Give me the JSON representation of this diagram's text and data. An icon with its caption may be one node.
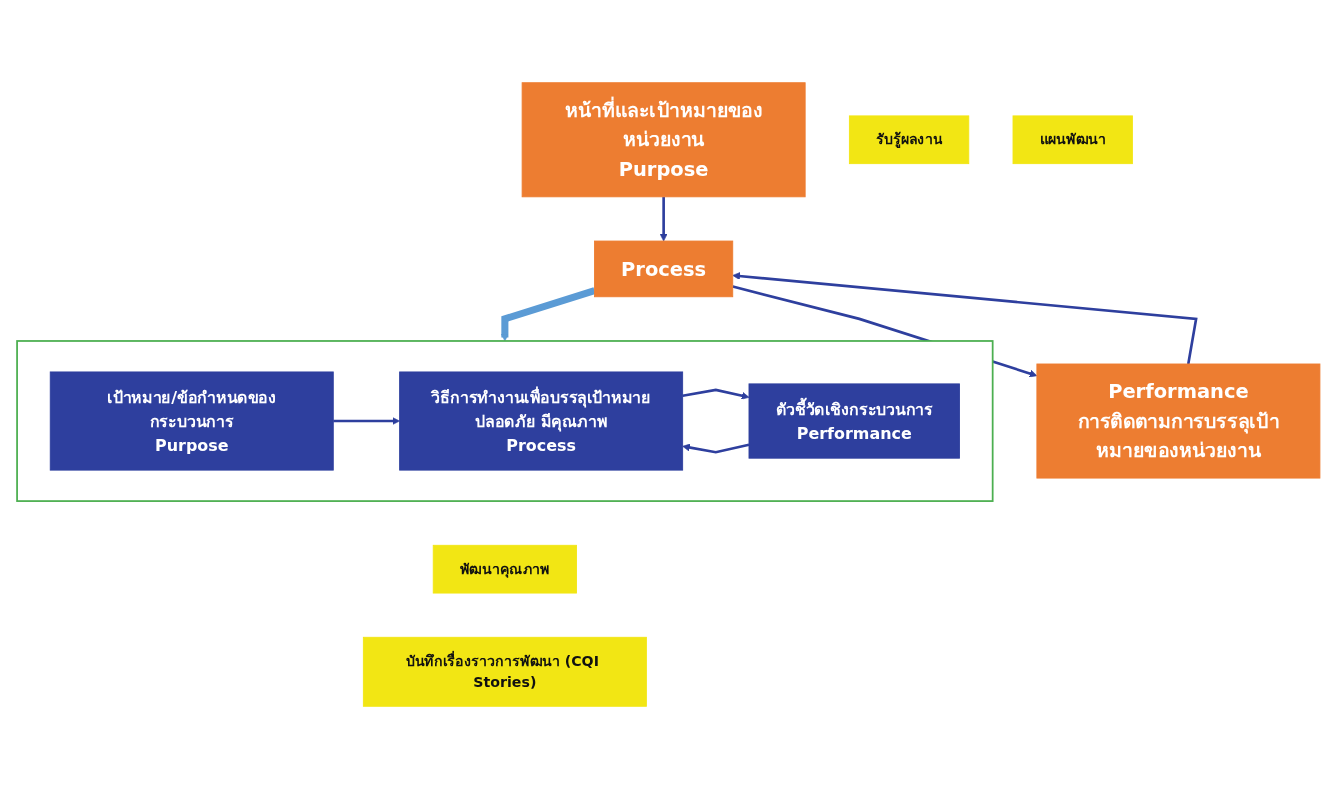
{
  "diagram": {
    "nodes": [
      {
        "text": [
          "หน้าที่และเป้าหมายของหน่วยงาน",
          "Purpose"
        ]
      },
      {
        "text": [
          "Process"
        ]
      },
      {
        "text": [
          "Performance",
          "การติดตามการบรรลุเป้าหมายของหน่วยงาน"
        ]
      },
      {
        "text": [],
        "shape": "box"
      },
      {
        "text": [
          "เป้าหมาย/ข้อกำหนดของกระบวนการ",
          "Purpose"
        ],
        "in": 3
      },
      {
        "text": [
          "วิธีการทำงานเพื่อบรรลุเป้าหมายปลอดภัย มีคุณภาพ",
          "Process"
        ],
        "in": 3
      },
      {
        "text": [
          "ตัวชี้วัดเชิงกระบวนการ",
          "Performance"
        ],
        "in": 3
      },
      {
        "text": [
          "รับรู้ผลงาน"
        ]
      },
      {
        "text": [
          "แผนพัฒนา"
        ]
      },
      {
        "text": [
          "พัฒนาคุณภาพ"
        ]
      },
      {
        "text": [
          "บันทึกเรื่องราวการพัฒนา (CQI Stories)"
        ]
      }
    ],
    "edges": [
      {
        "from": 0,
        "to": 1,
        "arrow": "to"
      },
      {
        "from": 1,
        "to": 2,
        "arrow": "to"
      },
      {
        "from": 2,
        "to": 1,
        "arrow": "to"
      },
      {
        "from": 1,
        "to": 3,
        "arrow": "to",
        "style": "thick",
        "color": "#5b9bd5"
      },
      {
        "from": 4,
        "to": 5,
        "arrow": "to"
      },
      {
        "from": 5,
        "to": 6,
        "arrow": "to"
      },
      {
        "from": 6,
        "to": 5,
        "arrow": "to"
      }
    ]
  }
}
